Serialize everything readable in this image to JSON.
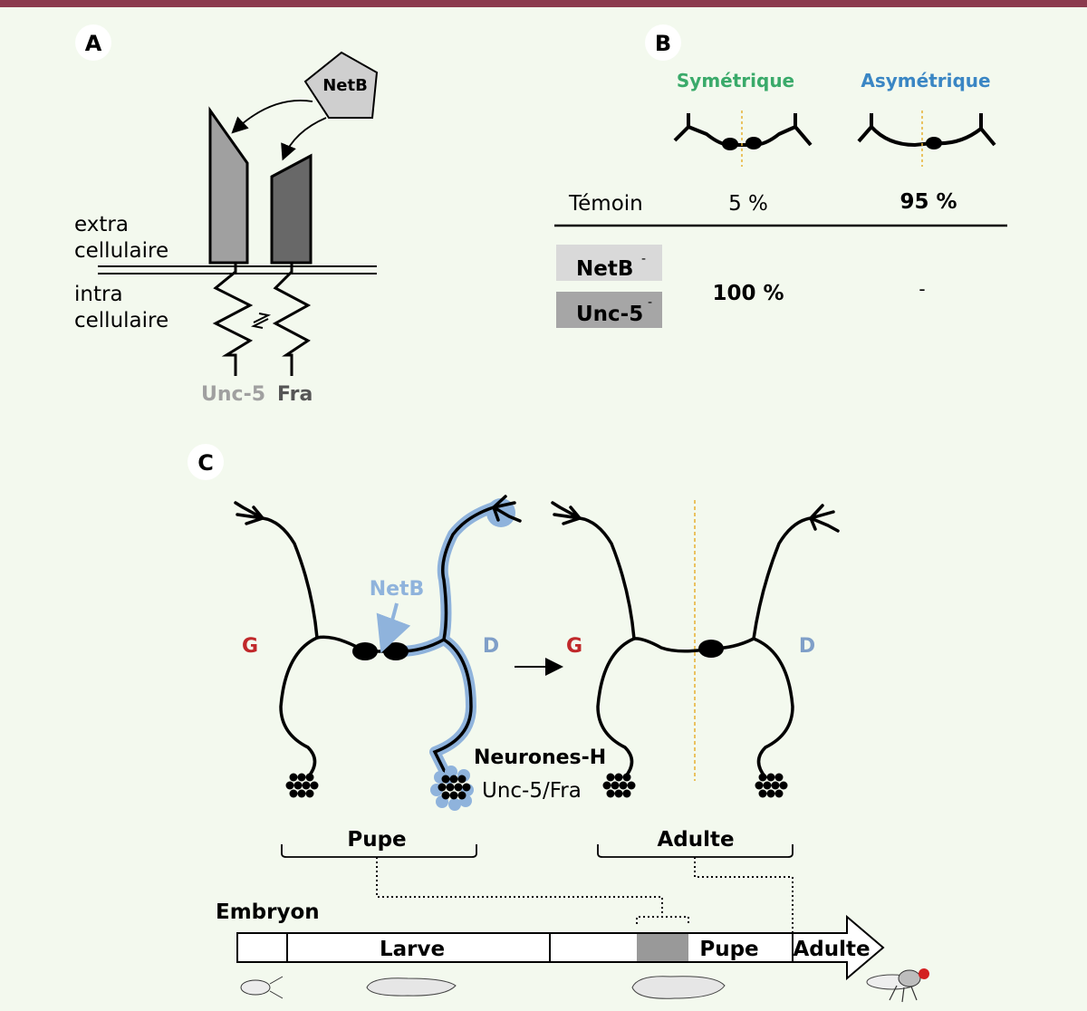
{
  "colors": {
    "top_bar": "#8b3a4e",
    "background": "#f3f9ee",
    "sym": "#3aaa6a",
    "asym": "#3a86c4",
    "netb_blue": "#8fb3dc",
    "left_red": "#c0282a",
    "right_blue": "#7f9fc8",
    "midline": "#e8b030",
    "receptor_light": "#a0a0a0",
    "receptor_dark": "#686868"
  },
  "panelA": {
    "label": "A",
    "ligand": "NetB",
    "extra_line1": "extra",
    "extra_line2": "cellulaire",
    "intra_line1": "intra",
    "intra_line2": "cellulaire",
    "receptor_left": "Unc-5",
    "receptor_right": "Fra"
  },
  "panelB": {
    "label": "B",
    "col_sym": "Symétrique",
    "col_asym": "Asymétrique",
    "row_control": "Témoin",
    "control_sym": "5 %",
    "control_asym": "95 %",
    "mutant1": "NetB",
    "mutant1_sup": "-",
    "mutant2": "Unc-5",
    "mutant2_sup": "-",
    "mutant_sym": "100 %",
    "mutant_asym": "-"
  },
  "panelC": {
    "label": "C",
    "netb": "NetB",
    "left": "G",
    "right": "D",
    "left2": "G",
    "right2": "D",
    "neurons": "Neurones-H",
    "receptors": "Unc-5/Fra",
    "stage_pupa": "Pupe",
    "stage_adult": "Adulte"
  },
  "timeline": {
    "embryo": "Embryon",
    "larva": "Larve",
    "pupa": "Pupe",
    "adult": "Adulte"
  }
}
